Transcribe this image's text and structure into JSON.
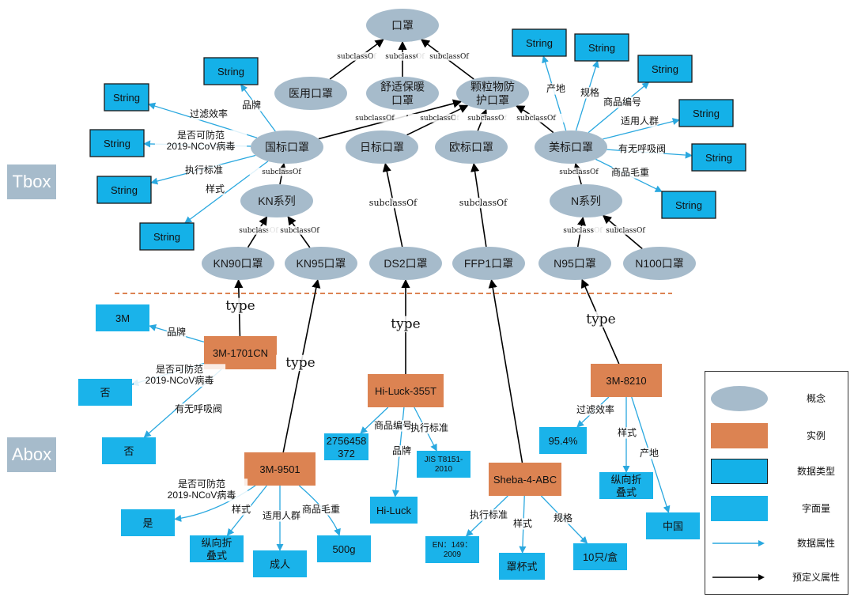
{
  "sections": {
    "tbox": "Tbox",
    "abox": "Abox"
  },
  "colors": {
    "concept": "#A6BBCB",
    "instance": "#DC8352",
    "datatype": "#14B1E8",
    "literal": "#1AB3EA",
    "data_property": "#2AA8DF",
    "object_property": "#000000",
    "divider": "#DC8352"
  },
  "nodes": [
    {
      "id": "mask",
      "kind": "concept",
      "text": "口罩"
    },
    {
      "id": "medical",
      "kind": "concept",
      "text": "医用口罩"
    },
    {
      "id": "comfort",
      "kind": "concept",
      "text": "舒适保暖\n口罩"
    },
    {
      "id": "particulate",
      "kind": "concept",
      "text": "颗粒物防\n护口罩"
    },
    {
      "id": "gb",
      "kind": "concept",
      "text": "国标口罩"
    },
    {
      "id": "jp",
      "kind": "concept",
      "text": "日标口罩"
    },
    {
      "id": "eu",
      "kind": "concept",
      "text": "欧标口罩"
    },
    {
      "id": "us",
      "kind": "concept",
      "text": "美标口罩"
    },
    {
      "id": "kn",
      "kind": "concept",
      "text": "KN系列"
    },
    {
      "id": "n",
      "kind": "concept",
      "text": "N系列"
    },
    {
      "id": "kn90",
      "kind": "concept",
      "text": "KN90口罩"
    },
    {
      "id": "kn95",
      "kind": "concept",
      "text": "KN95口罩"
    },
    {
      "id": "ds2",
      "kind": "concept",
      "text": "DS2口罩"
    },
    {
      "id": "ffp1",
      "kind": "concept",
      "text": "FFP1口罩"
    },
    {
      "id": "n95",
      "kind": "concept",
      "text": "N95口罩"
    },
    {
      "id": "n100",
      "kind": "concept",
      "text": "N100口罩"
    },
    {
      "id": "s_gb_filter",
      "kind": "datatype",
      "text": "String"
    },
    {
      "id": "s_gb_brand",
      "kind": "datatype",
      "text": "String"
    },
    {
      "id": "s_gb_ncov",
      "kind": "datatype",
      "text": "String"
    },
    {
      "id": "s_gb_std",
      "kind": "datatype",
      "text": "String"
    },
    {
      "id": "s_gb_style",
      "kind": "datatype",
      "text": "String"
    },
    {
      "id": "s_us_origin",
      "kind": "datatype",
      "text": "String"
    },
    {
      "id": "s_us_spec",
      "kind": "datatype",
      "text": "String"
    },
    {
      "id": "s_us_code",
      "kind": "datatype",
      "text": "String"
    },
    {
      "id": "s_us_crowd",
      "kind": "datatype",
      "text": "String"
    },
    {
      "id": "s_us_valve",
      "kind": "datatype",
      "text": "String"
    },
    {
      "id": "s_us_weight",
      "kind": "datatype",
      "text": "String"
    },
    {
      "id": "i_1701",
      "kind": "instance",
      "text": "3M-1701CN"
    },
    {
      "id": "i_9501",
      "kind": "instance",
      "text": "3M-9501"
    },
    {
      "id": "i_hiluck",
      "kind": "instance",
      "text": "Hi-Luck-355T"
    },
    {
      "id": "i_sheba",
      "kind": "instance",
      "text": "Sheba-4-ABC"
    },
    {
      "id": "i_8210",
      "kind": "instance",
      "text": "3M-8210"
    },
    {
      "id": "l_3m",
      "kind": "literal",
      "text": "3M"
    },
    {
      "id": "l_no1",
      "kind": "literal",
      "text": "否"
    },
    {
      "id": "l_no2",
      "kind": "literal",
      "text": "否"
    },
    {
      "id": "l_yes",
      "kind": "literal",
      "text": "是"
    },
    {
      "id": "l_fold1",
      "kind": "literal",
      "text": "纵向折\n叠式"
    },
    {
      "id": "l_adult",
      "kind": "literal",
      "text": "成人"
    },
    {
      "id": "l_500g",
      "kind": "literal",
      "text": "500g"
    },
    {
      "id": "l_code",
      "kind": "literal",
      "text": "2756458\n372"
    },
    {
      "id": "l_hiluck",
      "kind": "literal",
      "text": "Hi-Luck"
    },
    {
      "id": "l_jis",
      "kind": "literal",
      "text": "JIS T8151-\n2010"
    },
    {
      "id": "l_en",
      "kind": "literal",
      "text": "EN：149：\n2009"
    },
    {
      "id": "l_cup",
      "kind": "literal",
      "text": "罩杯式"
    },
    {
      "id": "l_10",
      "kind": "literal",
      "text": "10只/盒"
    },
    {
      "id": "l_954",
      "kind": "literal",
      "text": "95.4%"
    },
    {
      "id": "l_fold2",
      "kind": "literal",
      "text": "纵向折\n叠式"
    },
    {
      "id": "l_china",
      "kind": "literal",
      "text": "中国"
    }
  ],
  "edges": [
    {
      "from": "medical",
      "to": "mask",
      "label": "subclassOf",
      "kind": "object"
    },
    {
      "from": "comfort",
      "to": "mask",
      "label": "subclassOf",
      "kind": "object"
    },
    {
      "from": "particulate",
      "to": "mask",
      "label": "subclassOf",
      "kind": "object"
    },
    {
      "from": "gb",
      "to": "particulate",
      "label": "subclassOf",
      "kind": "object"
    },
    {
      "from": "jp",
      "to": "particulate",
      "label": "subclassOf",
      "kind": "object"
    },
    {
      "from": "eu",
      "to": "particulate",
      "label": "subclassOf",
      "kind": "object"
    },
    {
      "from": "us",
      "to": "particulate",
      "label": "subclassOf",
      "kind": "object"
    },
    {
      "from": "kn",
      "to": "gb",
      "label": "subclassOf",
      "kind": "object"
    },
    {
      "from": "n",
      "to": "us",
      "label": "subclassOf",
      "kind": "object"
    },
    {
      "from": "kn90",
      "to": "kn",
      "label": "subclassOf",
      "kind": "object"
    },
    {
      "from": "kn95",
      "to": "kn",
      "label": "subclassOf",
      "kind": "object"
    },
    {
      "from": "n95",
      "to": "n",
      "label": "subclassOf",
      "kind": "object"
    },
    {
      "from": "n100",
      "to": "n",
      "label": "subclassOf",
      "kind": "object"
    },
    {
      "from": "ds2",
      "to": "jp",
      "label": "subclassOf",
      "kind": "object"
    },
    {
      "from": "ffp1",
      "to": "eu",
      "label": "subclassOf",
      "kind": "object"
    },
    {
      "from": "gb",
      "to": "s_gb_filter",
      "label": "过滤效率",
      "kind": "data"
    },
    {
      "from": "gb",
      "to": "s_gb_brand",
      "label": "品牌",
      "kind": "data"
    },
    {
      "from": "gb",
      "to": "s_gb_ncov",
      "label": "是否可防范\n2019-NCoV病毒",
      "kind": "data"
    },
    {
      "from": "gb",
      "to": "s_gb_std",
      "label": "执行标准",
      "kind": "data"
    },
    {
      "from": "gb",
      "to": "s_gb_style",
      "label": "样式",
      "kind": "data"
    },
    {
      "from": "us",
      "to": "s_us_origin",
      "label": "产地",
      "kind": "data"
    },
    {
      "from": "us",
      "to": "s_us_spec",
      "label": "规格",
      "kind": "data"
    },
    {
      "from": "us",
      "to": "s_us_code",
      "label": "商品编号",
      "kind": "data"
    },
    {
      "from": "us",
      "to": "s_us_crowd",
      "label": "适用人群",
      "kind": "data"
    },
    {
      "from": "us",
      "to": "s_us_valve",
      "label": "有无呼吸阀",
      "kind": "data"
    },
    {
      "from": "us",
      "to": "s_us_weight",
      "label": "商品毛重",
      "kind": "data"
    },
    {
      "from": "i_1701",
      "to": "kn90",
      "label": "type",
      "kind": "object"
    },
    {
      "from": "i_9501",
      "to": "kn95",
      "label": "type",
      "kind": "object"
    },
    {
      "from": "i_hiluck",
      "to": "ds2",
      "label": "type",
      "kind": "object"
    },
    {
      "from": "i_sheba",
      "to": "ffp1",
      "label": "",
      "kind": "object"
    },
    {
      "from": "i_8210",
      "to": "n95",
      "label": "type",
      "kind": "object"
    },
    {
      "from": "i_1701",
      "to": "l_3m",
      "label": "品牌",
      "kind": "data"
    },
    {
      "from": "i_1701",
      "to": "l_no1",
      "label": "是否可防范\n2019-NCoV病毒",
      "kind": "data"
    },
    {
      "from": "i_1701",
      "to": "l_no2",
      "label": "有无呼吸阀",
      "kind": "data"
    },
    {
      "from": "i_9501",
      "to": "l_yes",
      "label": "是否可防范\n2019-NCoV病毒",
      "kind": "data"
    },
    {
      "from": "i_9501",
      "to": "l_fold1",
      "label": "样式",
      "kind": "data"
    },
    {
      "from": "i_9501",
      "to": "l_adult",
      "label": "适用人群",
      "kind": "data"
    },
    {
      "from": "i_9501",
      "to": "l_500g",
      "label": "商品毛重",
      "kind": "data"
    },
    {
      "from": "i_hiluck",
      "to": "l_code",
      "label": "商品编号",
      "kind": "data"
    },
    {
      "from": "i_hiluck",
      "to": "l_hiluck",
      "label": "品牌",
      "kind": "data"
    },
    {
      "from": "i_hiluck",
      "to": "l_jis",
      "label": "执行标准",
      "kind": "data"
    },
    {
      "from": "i_sheba",
      "to": "l_en",
      "label": "执行标准",
      "kind": "data"
    },
    {
      "from": "i_sheba",
      "to": "l_cup",
      "label": "样式",
      "kind": "data"
    },
    {
      "from": "i_sheba",
      "to": "l_10",
      "label": "规格",
      "kind": "data"
    },
    {
      "from": "i_8210",
      "to": "l_954",
      "label": "过滤效率",
      "kind": "data"
    },
    {
      "from": "i_8210",
      "to": "l_fold2",
      "label": "样式",
      "kind": "data"
    },
    {
      "from": "i_8210",
      "to": "l_china",
      "label": "产地",
      "kind": "data"
    }
  ],
  "legend": [
    {
      "kind": "concept",
      "label": "概念"
    },
    {
      "kind": "instance",
      "label": "实例"
    },
    {
      "kind": "datatype",
      "label": "数据类型"
    },
    {
      "kind": "literal",
      "label": "字面量"
    },
    {
      "kind": "data",
      "label": "数据属性"
    },
    {
      "kind": "object",
      "label": "预定义属性"
    }
  ]
}
